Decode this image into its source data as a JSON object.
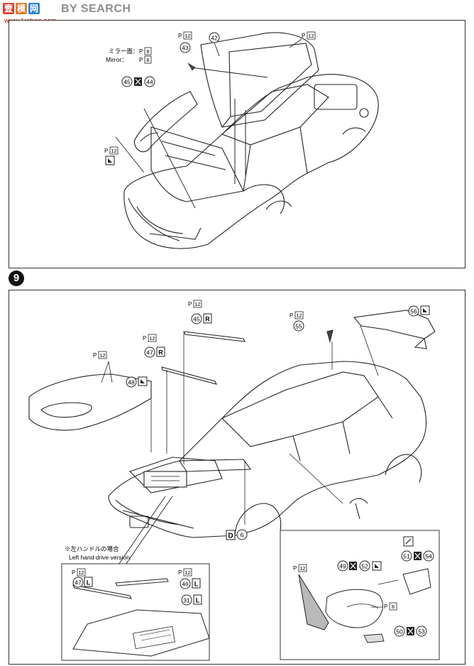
{
  "watermark": {
    "site_chars": [
      "壹",
      "模",
      "网"
    ],
    "site_colors": [
      "#d9402f",
      "#e07a2a",
      "#2f7fd0"
    ],
    "label": "BY SEARCH",
    "url": "www.1:shop.com"
  },
  "step_top": {
    "mirror_face_jp": "ミラー面：",
    "mirror_face_en": "Mirror：",
    "paint_mark": "P",
    "paint_8": "8",
    "paint_12": "12",
    "part_42": "42",
    "part_43": "43",
    "part_45": "45",
    "part_44": "44"
  },
  "step_9": {
    "number": "9",
    "part_45": "45",
    "part_47": "47",
    "part_48": "48",
    "part_55": "55",
    "part_56": "56",
    "part_46": "46",
    "part_31": "31",
    "part_49": "49",
    "part_50": "50",
    "part_51": "51",
    "part_52": "52",
    "part_53": "53",
    "part_54": "54",
    "mark_r": "R",
    "mark_l": "L",
    "mark_d": "D",
    "part_6": "6",
    "lhd_note_jp": "※左ハンドルの場合",
    "lhd_note_en": "Left hand drive version.",
    "paint_12": "12",
    "paint_8": "8"
  }
}
